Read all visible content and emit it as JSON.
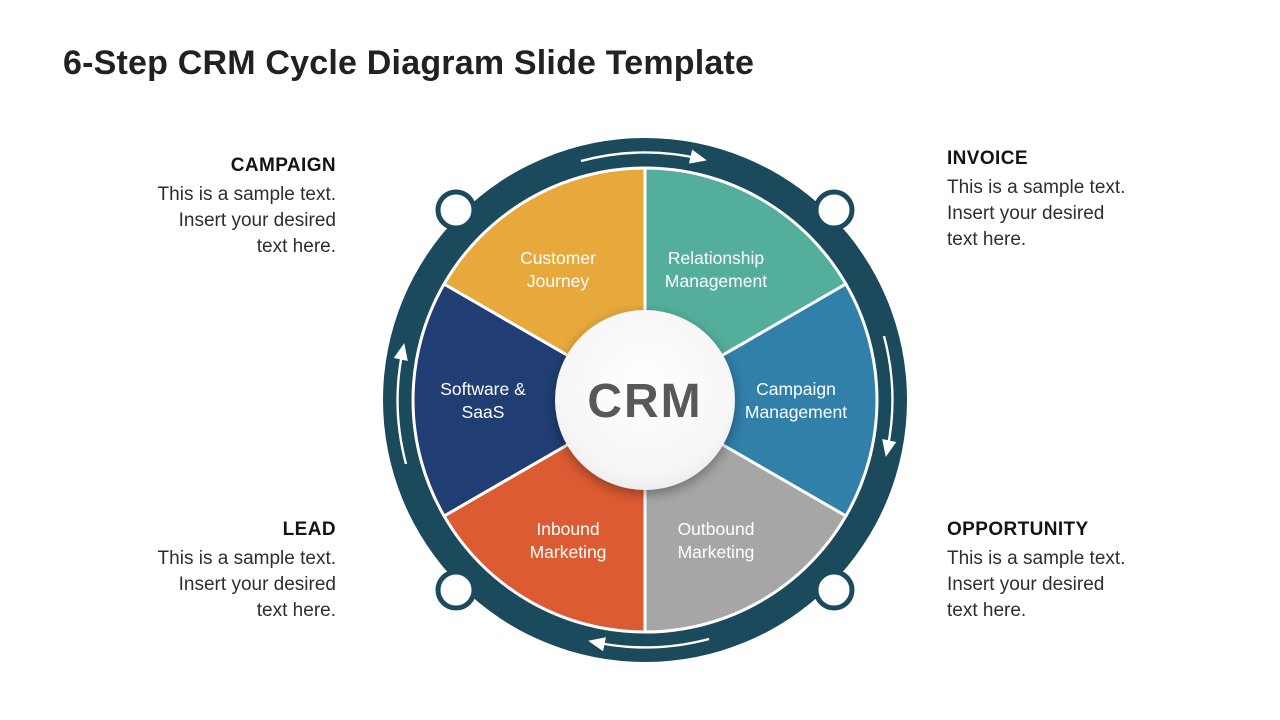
{
  "slide": {
    "title": "6-Step CRM Cycle Diagram Slide Template"
  },
  "center": {
    "label": "CRM"
  },
  "colors": {
    "ring": "#1A4A5C"
  },
  "segments": {
    "relationship_management": {
      "lines": [
        "Relationship",
        "Management"
      ],
      "color": "#54AE9C"
    },
    "campaign_management": {
      "lines": [
        "Campaign",
        "Management"
      ],
      "color": "#3080AA"
    },
    "outbound_marketing": {
      "lines": [
        "Outbound",
        "Marketing"
      ],
      "color": "#A6A6A6"
    },
    "inbound_marketing": {
      "lines": [
        "Inbound",
        "Marketing"
      ],
      "color": "#DD5B33"
    },
    "software_saas": {
      "lines": [
        "Software &",
        "SaaS"
      ],
      "color": "#203E73"
    },
    "customer_journey": {
      "lines": [
        "Customer",
        "Journey"
      ],
      "color": "#E7A93C"
    }
  },
  "callouts": {
    "campaign": {
      "heading": "CAMPAIGN",
      "lines": [
        "This is a sample text.",
        "Insert your desired",
        "text here."
      ]
    },
    "invoice": {
      "heading": "INVOICE",
      "lines": [
        "This is a sample text.",
        "Insert your desired",
        "text here."
      ]
    },
    "lead": {
      "heading": "LEAD",
      "lines": [
        "This is a sample text.",
        "Insert your desired",
        "text here."
      ]
    },
    "opportunity": {
      "heading": "OPPORTUNITY",
      "lines": [
        "This is a sample text.",
        "Insert your desired",
        "text here."
      ]
    }
  }
}
